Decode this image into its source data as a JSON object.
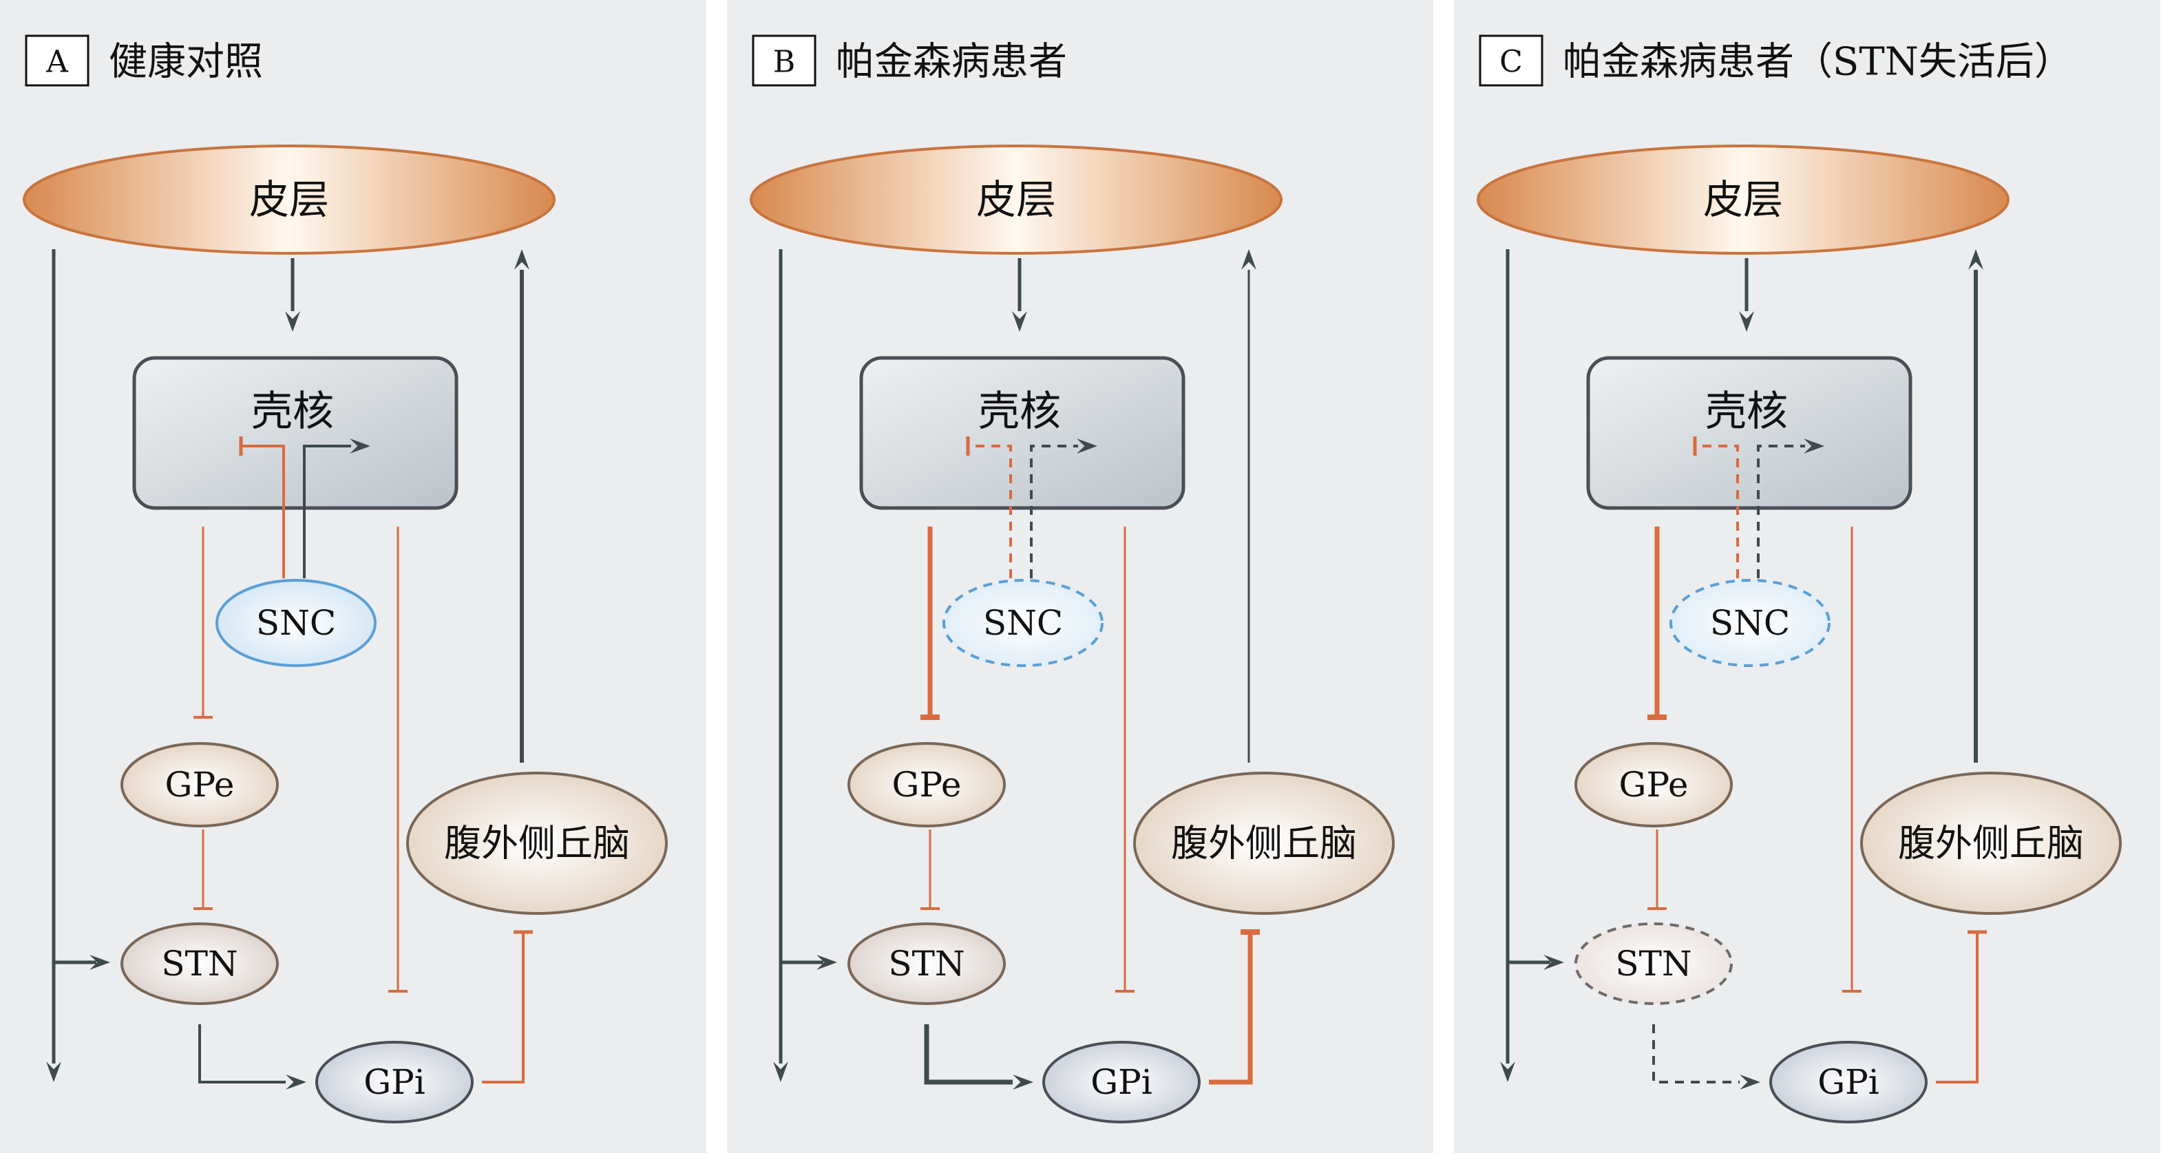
{
  "panels": [
    {
      "letter": "A",
      "title": "健康对照",
      "snc_state": "normal",
      "stn_state": "normal",
      "putamen_to_gpe_thick": false,
      "thalamus_gpi_thick": false,
      "stn_gpi": "solid",
      "thalamus_up_thick": true
    },
    {
      "letter": "B",
      "title": "帕金森病患者",
      "snc_state": "degenerated",
      "stn_state": "normal",
      "putamen_to_gpe_thick": true,
      "thalamus_gpi_thick": true,
      "stn_gpi": "thick",
      "thalamus_up_thick": false
    },
    {
      "letter": "C",
      "title": "帕金森病患者（STN失活后）",
      "snc_state": "degenerated",
      "stn_state": "inactivated",
      "putamen_to_gpe_thick": true,
      "thalamus_gpi_thick": false,
      "stn_gpi": "dashed",
      "thalamus_up_thick": true
    }
  ],
  "nodes": {
    "cortex": "皮层",
    "putamen": "壳核",
    "snc": "SNC",
    "gpe": "GPe",
    "stn": "STN",
    "gpi": "GPi",
    "thalamus": "腹外侧丘脑"
  },
  "colors": {
    "panel_bg": "#ebedef",
    "excitatory": "#3e4a4c",
    "inhibitory": "#d96b3e",
    "snc_border": "#5b9fd6",
    "node_border": "#7a6758",
    "outline": "#4a4f55"
  }
}
